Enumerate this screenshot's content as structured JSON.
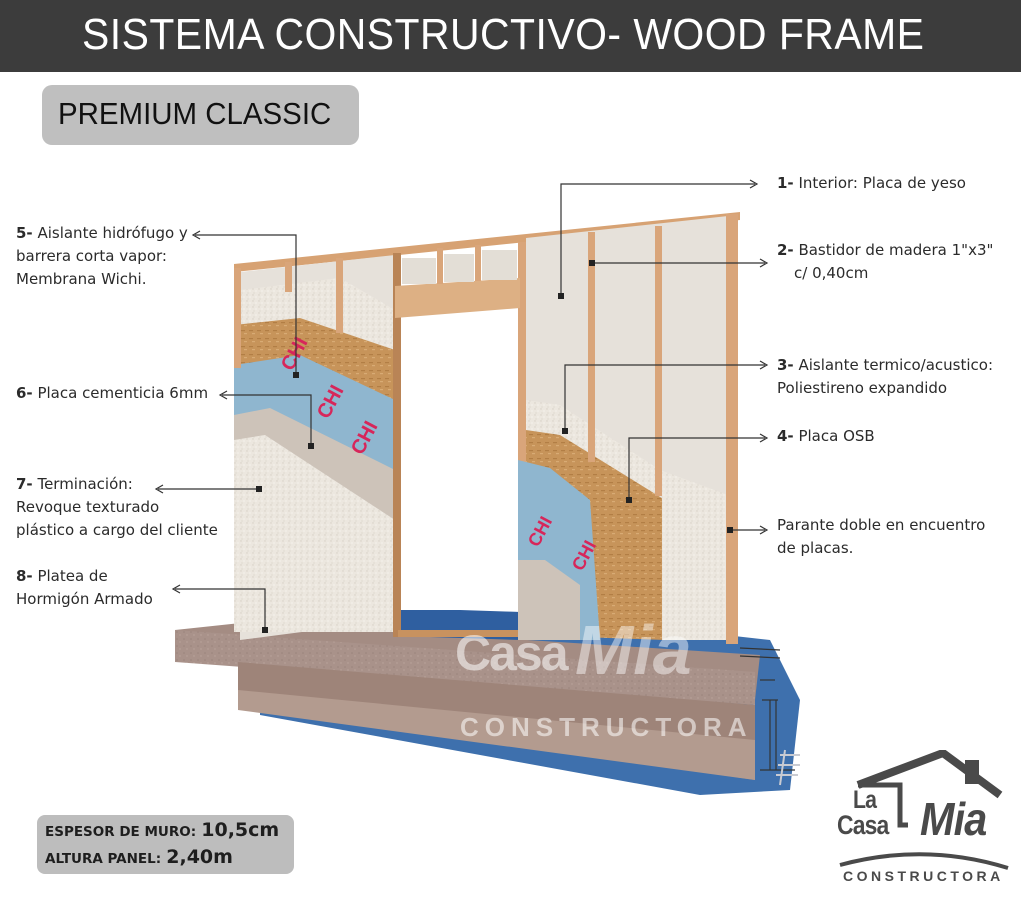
{
  "header": {
    "title": "SISTEMA CONSTRUCTIVO- WOOD FRAME",
    "background": "#3c3c3c"
  },
  "badge": {
    "label": "PREMIUM CLASSIC",
    "background": "#bfbfbf"
  },
  "callouts": [
    {
      "num": "1-",
      "lines": [
        "Interior: Placa de yeso"
      ]
    },
    {
      "num": "2-",
      "lines": [
        "Bastidor de madera 1\"x3\"",
        "c/ 0,40cm"
      ]
    },
    {
      "num": "3-",
      "lines": [
        "Aislante termico/acustico:",
        "Poliestireno expandido"
      ]
    },
    {
      "num": "4-",
      "lines": [
        "Placa OSB"
      ]
    },
    {
      "num": "",
      "lines": [
        "Parante doble en encuentro",
        "de placas."
      ]
    },
    {
      "num": "5-",
      "lines": [
        "Aislante hidrófugo y",
        "barrera corta vapor:",
        "Membrana Wichi."
      ]
    },
    {
      "num": "6-",
      "lines": [
        "Placa cementicia 6mm"
      ]
    },
    {
      "num": "7-",
      "lines": [
        "Terminación:",
        "Revoque texturado",
        "plástico a cargo del cliente"
      ]
    },
    {
      "num": "8-",
      "lines": [
        "Platea de",
        "Hormigón Armado"
      ]
    }
  ],
  "specs": {
    "wall_thickness_label": "ESPESOR DE MURO:",
    "wall_thickness_value": "10,5cm",
    "panel_height_label": "ALTURA  PANEL:",
    "panel_height_value": "2,40m"
  },
  "logo": {
    "la": "La",
    "casa": "Casa",
    "mia": "Mia",
    "sub": "CONSTRUCTORA"
  },
  "watermark": {
    "casa": "Casa",
    "mia": "Mia",
    "sub": "CONSTRUCTORA"
  },
  "membrane_brand": "CHI",
  "colors": {
    "wood_frame": "#d9a57a",
    "osb": "#c9965a",
    "membrane": "#8fb6cf",
    "membrane_text": "#d7265a",
    "eps": "#efece6",
    "gypsum": "#e4dfd8",
    "cement_board": "#cfc5bb",
    "finish": "#ece6de",
    "slab": "#a68f85",
    "shadow": "#3d6fae"
  }
}
